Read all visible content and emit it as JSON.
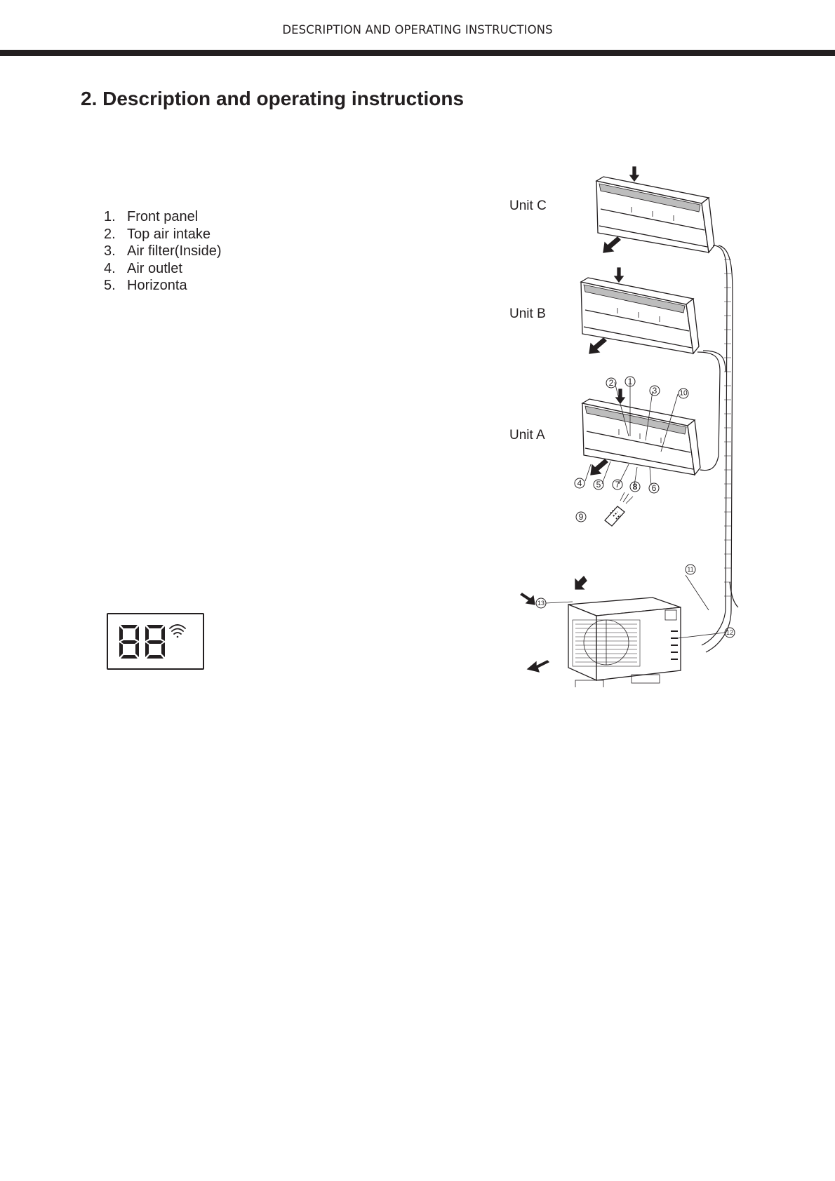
{
  "header": {
    "running_title": "DESCRIPTION AND OPERATING INSTRUCTIONS"
  },
  "section": {
    "title": "2. Description and operating instructions"
  },
  "parts_list": [
    {
      "num": "1.",
      "label": "Front panel"
    },
    {
      "num": "2.",
      "label": "Top air intake"
    },
    {
      "num": "3.",
      "label": "Air filter(Inside)"
    },
    {
      "num": "4.",
      "label": "Air outlet"
    },
    {
      "num": "5.",
      "label": "Horizonta"
    }
  ],
  "diagram": {
    "unit_labels": {
      "unit_c": "Unit C",
      "unit_b": "Unit B",
      "unit_a": "Unit A"
    },
    "callouts": [
      "1",
      "2",
      "3",
      "4",
      "5",
      "6",
      "7",
      "8",
      "9",
      "10",
      "11",
      "12",
      "13"
    ]
  },
  "display_panel": {
    "digits": "88",
    "icon": "wifi-icon"
  }
}
